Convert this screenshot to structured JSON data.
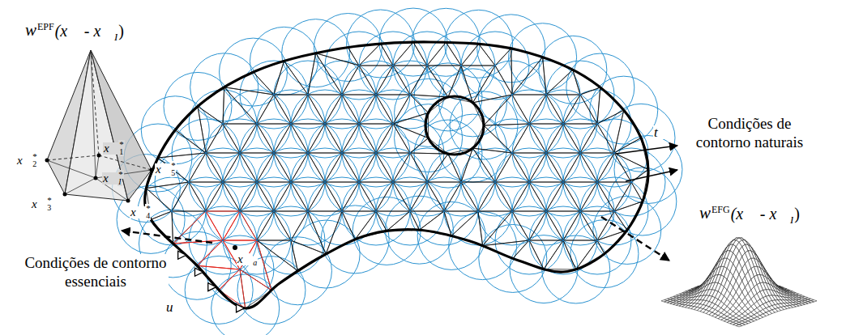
{
  "diagram": {
    "labels": [
      "w",
      "EPF",
      "(x⃗ - x⃗",
      "I",
      ")",
      "x⃗",
      "2",
      "*",
      "x⃗",
      "1",
      "*",
      "x⃗",
      "I",
      "*",
      "x⃗",
      "5",
      "*",
      "x⃗",
      "3",
      "*",
      "x⃗",
      "4",
      "*",
      "x⃗",
      "a",
      "u⃗",
      "t⃗",
      "Condições de contorno naturais",
      "Condições de contorno essenciais",
      "w",
      "EFG",
      "(x⃗ - x⃗",
      "I",
      ")"
    ]
  }
}
